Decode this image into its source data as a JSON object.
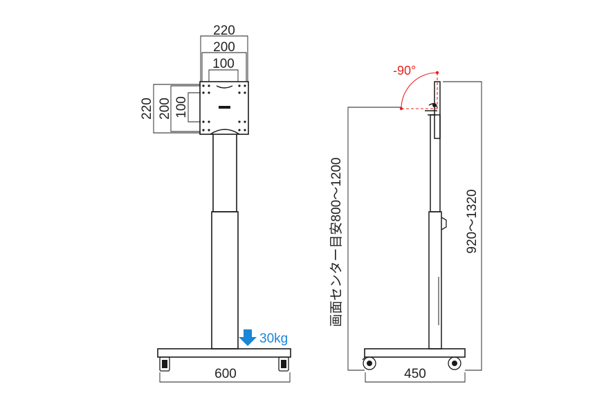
{
  "front_view": {
    "vesa_width_outer": "220",
    "vesa_width_mid": "200",
    "vesa_width_inner": "100",
    "vesa_height_outer": "220",
    "vesa_height_mid": "200",
    "vesa_height_inner": "100",
    "load_label": "30kg",
    "base_width": "600"
  },
  "side_view": {
    "tilt_label": "-90°",
    "screen_center_label": "画面センター目安800～1200",
    "total_height_label": "920～1320",
    "base_depth": "450"
  },
  "colors": {
    "line": "#1a1a1a",
    "tilt_red": "#e8231c",
    "load_blue": "#1a86d6"
  }
}
